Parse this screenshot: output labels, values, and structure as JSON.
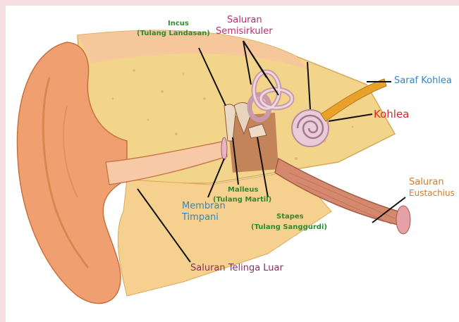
{
  "colors": {
    "page_background": "#f7dfe3",
    "skin": "#f0a070",
    "bone": "#f2d48a",
    "canal": "#f7c9a6",
    "cochlea": "#e8cdd8",
    "nerve": "#e8a12a",
    "leader_line": "#111111"
  },
  "labels": {
    "incus": "Incus",
    "incus_sub": "(Tulang Landasan)",
    "semicircular_1": "Saluran",
    "semicircular_2": "Semisirkuler",
    "cochlear_nerve": "Saraf Kohlea",
    "cochlea": "Kohlea",
    "eustachian_1": "Saluran",
    "eustachian_2": "Eustachius",
    "malleus": "Malleus",
    "malleus_sub": "(Tulang Martil)",
    "stapes": "Stapes",
    "stapes_sub": "(Tulang Sanggurdi)",
    "eardrum_1": "Membran",
    "eardrum_2": "Timpani",
    "ear_canal": "Saluran Telinga Luar"
  }
}
